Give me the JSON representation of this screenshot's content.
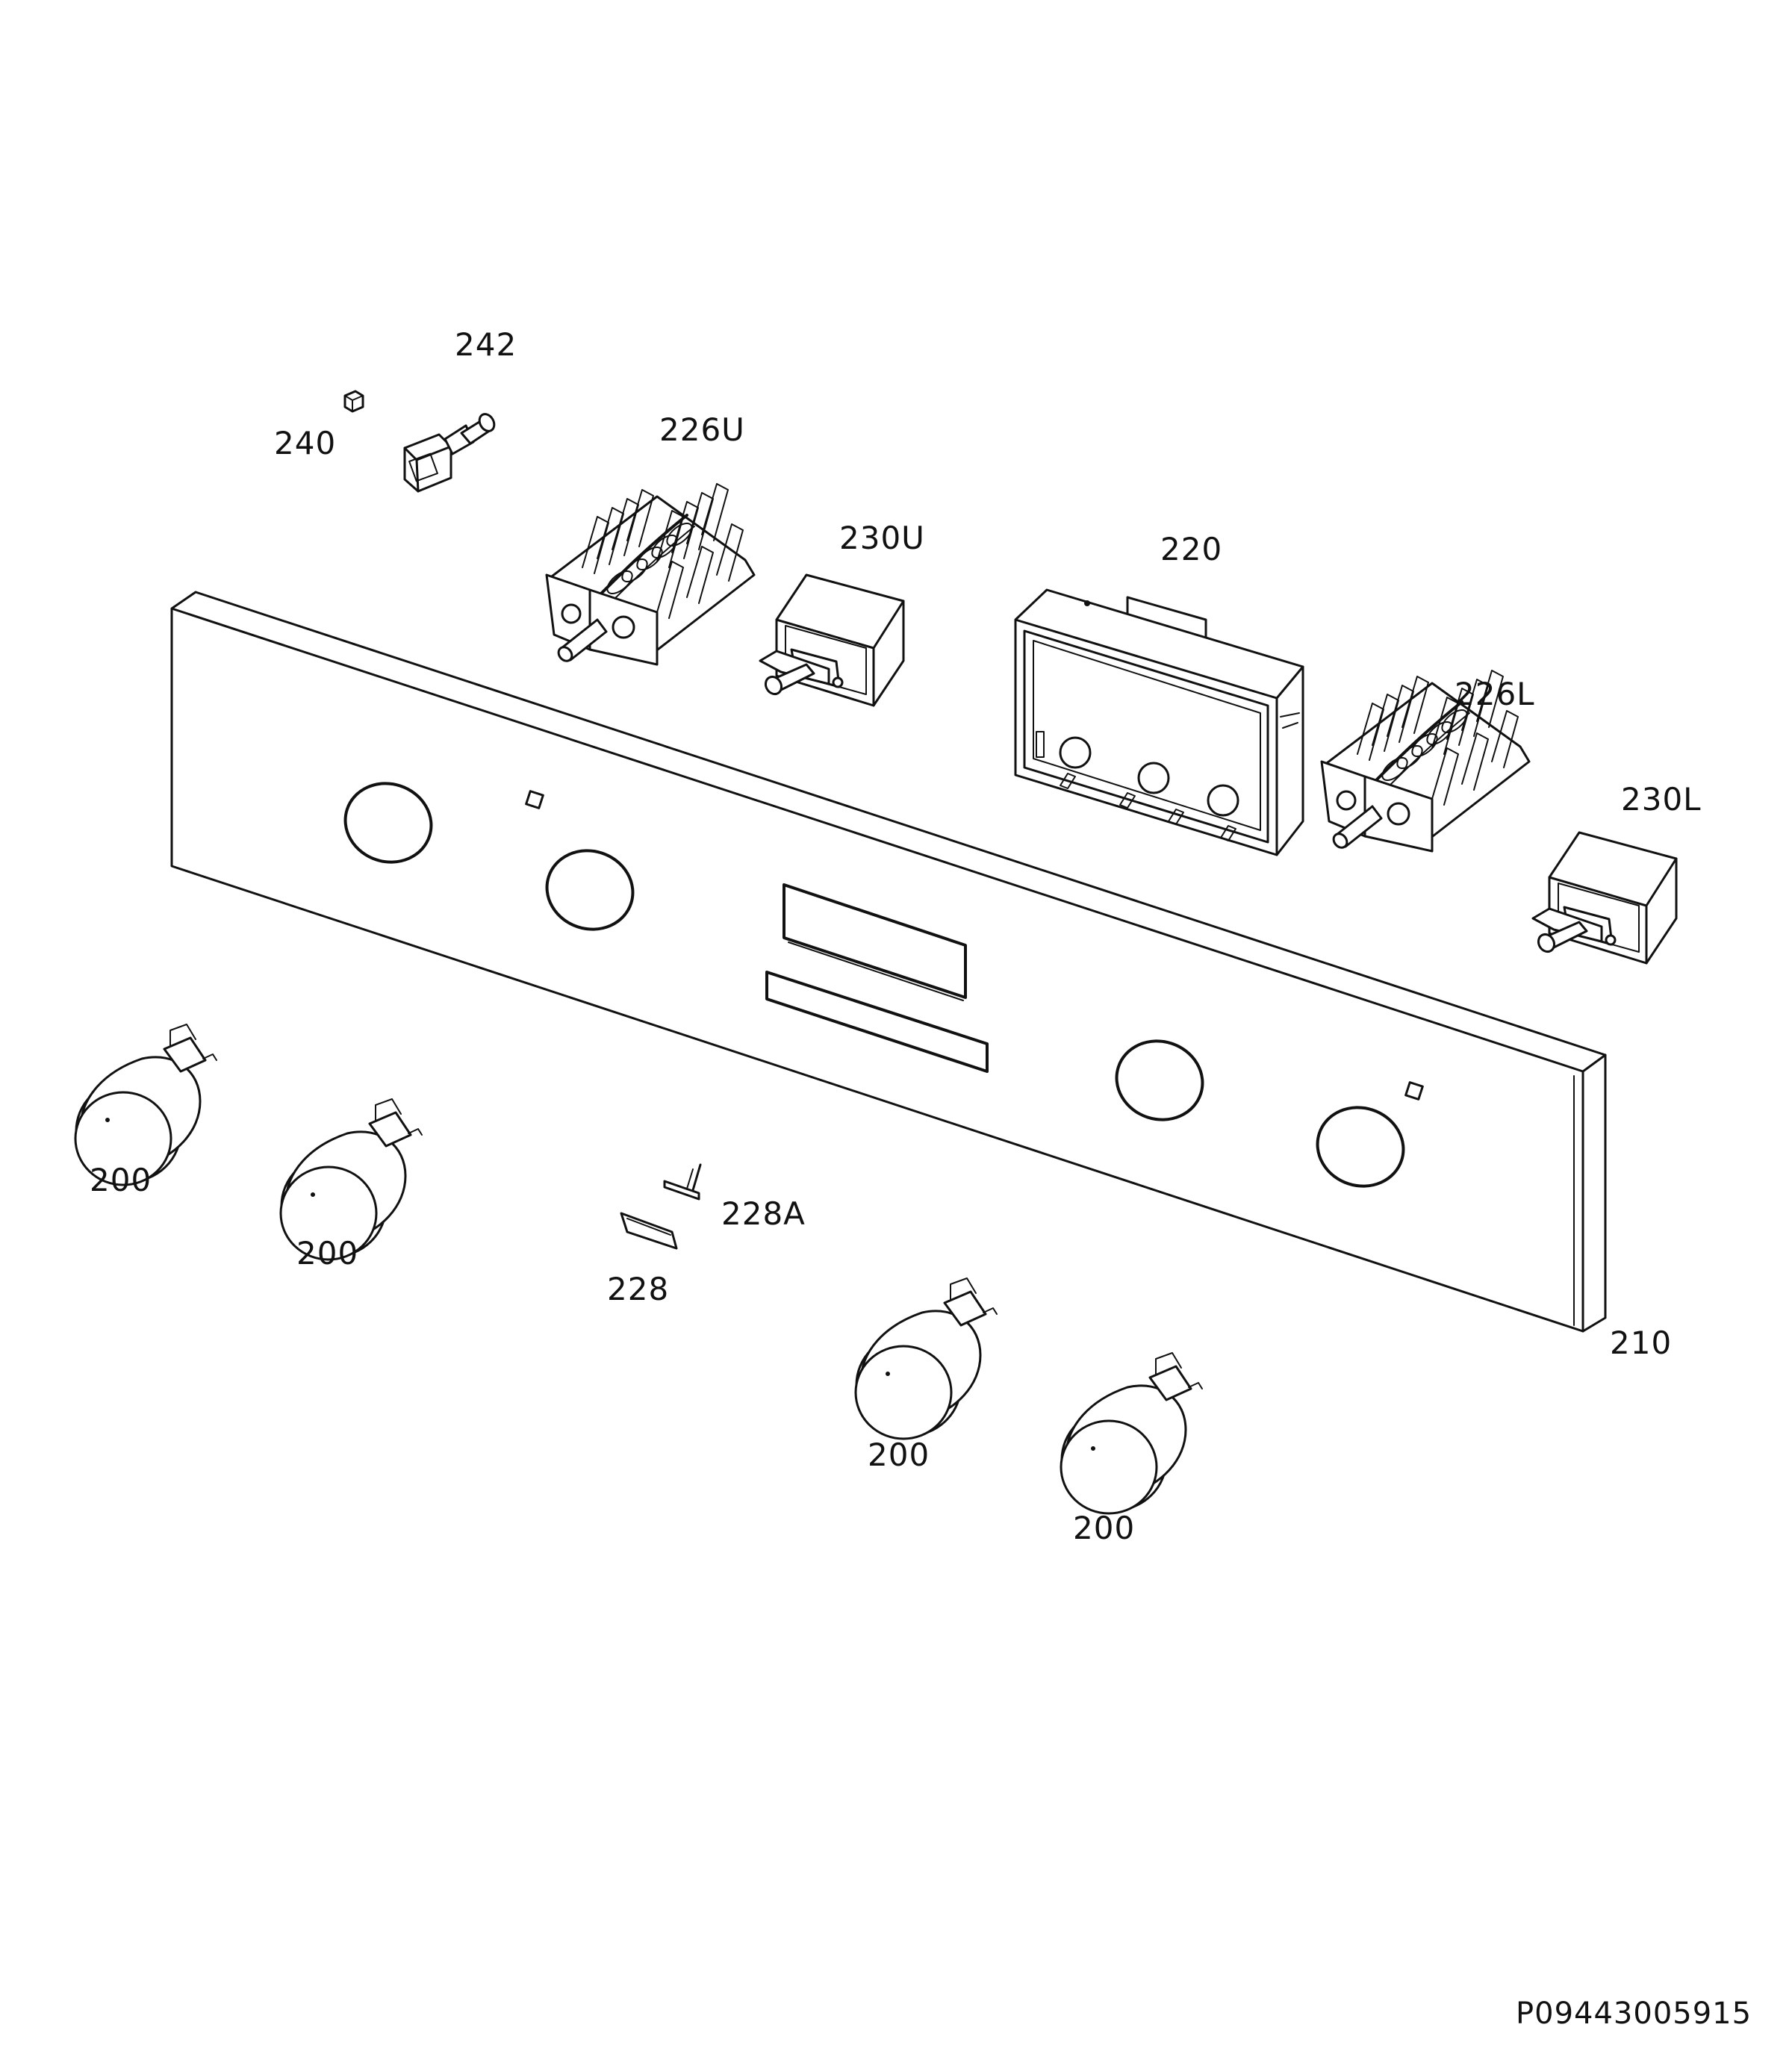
{
  "labels": {
    "p242": "242",
    "p240": "240",
    "p226U": "226U",
    "p230U": "230U",
    "p220": "220",
    "p226L": "226L",
    "p230L": "230L",
    "p200a": "200",
    "p200b": "200",
    "p200c": "200",
    "p200d": "200",
    "p228A": "228A",
    "p228": "228",
    "p210": "210"
  },
  "drawing_number": "P09443005915"
}
